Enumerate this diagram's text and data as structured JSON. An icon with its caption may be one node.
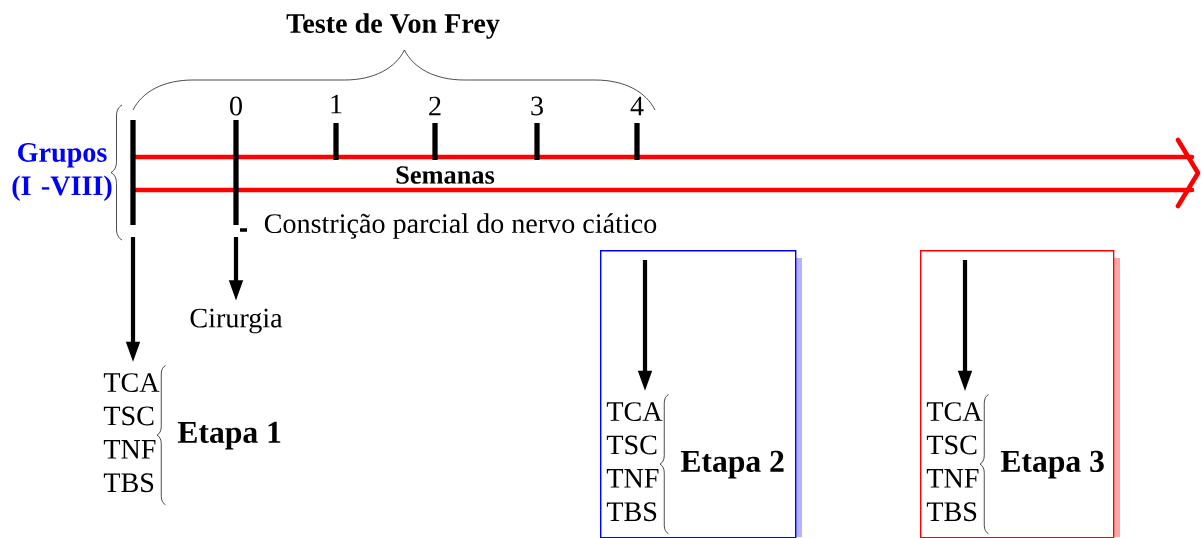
{
  "diagram": {
    "nodes": [
      {
        "text": [
          "Grupos (I -VIII)"
        ]
      },
      {
        "text": [
          "Cirurgia"
        ]
      },
      {
        "text": [
          "TCA",
          "TSC",
          "TNF",
          "TBS",
          "Etapa 1"
        ]
      },
      {
        "text": [],
        "shape": "box"
      },
      {
        "text": [
          "TCA",
          "TSC",
          "TNF",
          "TBS",
          "Etapa 2"
        ],
        "in": 3
      },
      {
        "text": [],
        "shape": "box"
      },
      {
        "text": [
          "TCA",
          "TSC",
          "TNF",
          "TBS",
          "Etapa 3"
        ],
        "in": 5
      }
    ],
    "edges": [
      {
        "from": null,
        "to": 2,
        "arrow": "to"
      },
      {
        "from": null,
        "to": 1,
        "arrow": "to"
      },
      {
        "from": null,
        "to": 4,
        "arrow": "to"
      },
      {
        "from": null,
        "to": 6,
        "arrow": "to"
      }
    ],
    "labels": [
      "Teste de Von Frey",
      "0",
      "1",
      "2",
      "3",
      "4",
      "Semanas",
      "Constrição parcial do nervo ciático"
    ]
  }
}
